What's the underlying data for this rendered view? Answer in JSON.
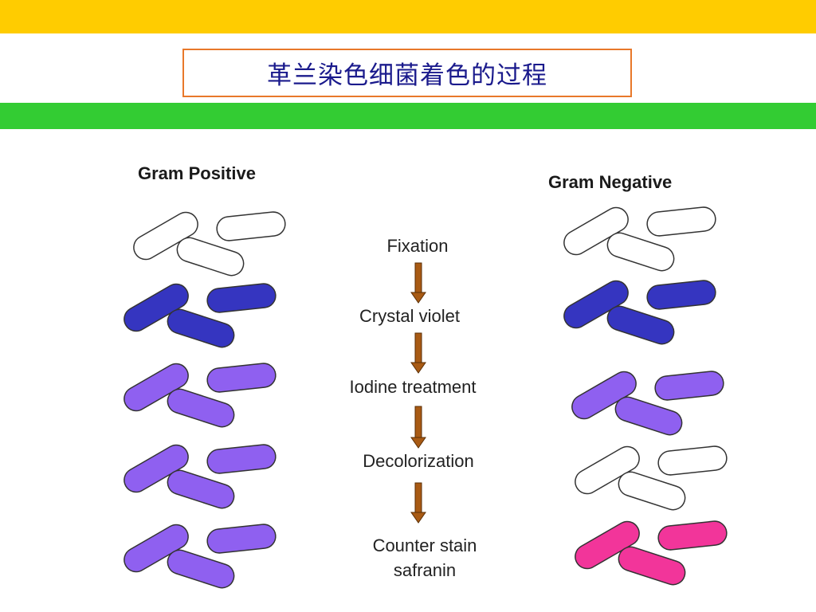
{
  "colors": {
    "top_band": "#ffcc00",
    "mid_band": "#33cc33",
    "title_border": "#e8782a",
    "title_text": "#1a1a8c",
    "arrow": "#a85a14",
    "cell_outline": "#333333",
    "unstained": "#ffffff",
    "crystal_violet": "#3535c0",
    "violet_iodine": "#8f60f0",
    "safranin": "#f2359a"
  },
  "title": "革兰染色细菌着色的过程",
  "columns": {
    "positive": {
      "heading": "Gram Positive"
    },
    "negative": {
      "heading": "Gram Negative"
    }
  },
  "steps": [
    {
      "label": "Fixation"
    },
    {
      "label": "Crystal violet"
    },
    {
      "label": "Iodine treatment"
    },
    {
      "label": "Decolorization"
    },
    {
      "label": "Counter stain\nsafranin"
    }
  ],
  "cell_states": {
    "positive": [
      "unstained",
      "crystal_violet",
      "violet_iodine",
      "violet_iodine",
      "violet_iodine"
    ],
    "negative": [
      "unstained",
      "crystal_violet",
      "violet_iodine",
      "unstained",
      "safranin"
    ]
  }
}
